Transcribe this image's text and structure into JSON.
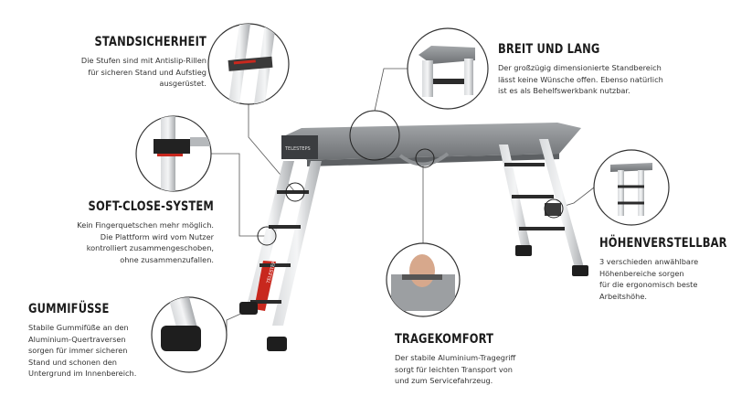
{
  "features": [
    {
      "id": "standsicherheit",
      "title": "STANDSICHERHEIT",
      "lines": [
        "Die Stufen sind mit Antislip-Rillen",
        "für sicheren Stand und Aufstieg",
        "ausgerüstet."
      ]
    },
    {
      "id": "soft-close",
      "title": "SOFT-CLOSE-SYSTEM",
      "lines": [
        "Kein Fingerquetschen mehr möglich.",
        "Die Plattform wird vom Nutzer",
        "kontrolliert zusammengeschoben,",
        "ohne zusammenzufallen."
      ]
    },
    {
      "id": "gummifuesse",
      "title": "GUMMIFÜSSE",
      "lines": [
        "Stabile Gummifüße an den",
        "Aluminium-Quertraversen",
        "sorgen für immer sicheren",
        "Stand und schonen den",
        "Untergrund im Innenbereich."
      ]
    },
    {
      "id": "breit-lang",
      "title": "BREIT UND LANG",
      "lines": [
        "Der großzügig dimensionierte Standbereich",
        "lässt keine Wünsche offen. Ebenso natürlich",
        "ist es als Behelfswerkbank nutzbar."
      ]
    },
    {
      "id": "hoehenverstellbar",
      "title": "HÖHENVERSTELLBAR",
      "lines": [
        "3 verschieden anwählbare",
        "Höhenbereiche sorgen",
        "für die ergonomisch beste",
        "Arbeitshöhe."
      ]
    },
    {
      "id": "tragekomfort",
      "title": "TRAGEKOMFORT",
      "lines": [
        "Der stabile Aluminium-Tragegriff",
        "sorgt für leichten Transport von",
        "und zum Servicefahrzeug."
      ]
    }
  ],
  "brand": {
    "platform_label": "TELESTEPS",
    "leg_label": "TELESTEPS"
  },
  "colors": {
    "accent": "#c8281e",
    "aluminium": "#b9bcbf",
    "platform": "#8a8d90",
    "rubber": "#1e1e1e"
  }
}
